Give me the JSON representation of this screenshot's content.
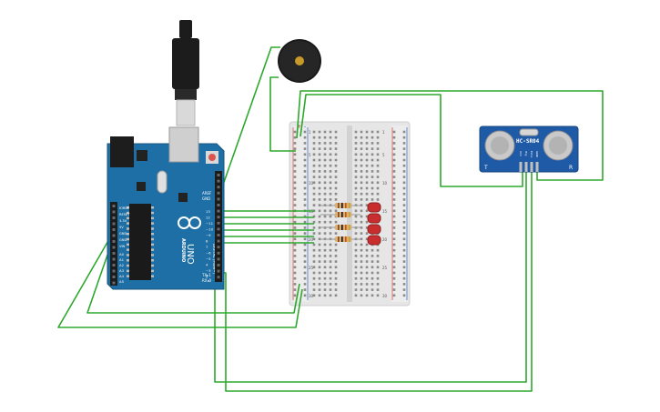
{
  "arduino": {
    "brand": "ARDUINO",
    "model": "UNO",
    "label_aref": "AREF",
    "label_gnd": "GND",
    "label_ioref": "IOREF",
    "label_reset": "RESET",
    "label_33v": "3.3V",
    "label_5v": "5V",
    "label_gnd1": "GND",
    "label_gnd2": "GND",
    "label_vin": "VIN",
    "label_digital": "DIGITAL (PWM~)",
    "label_tx": "TX▸1",
    "label_rx": "RX◂0",
    "analog_labels": [
      "A0",
      "A1",
      "A2",
      "A3",
      "A4",
      "A5"
    ],
    "digital_labels": [
      "13",
      "12",
      "~11",
      "~10",
      "~9",
      "8",
      "7",
      "~6",
      "~5",
      "4",
      "~3",
      "2"
    ]
  },
  "sensor": {
    "name": "HC-SR04",
    "left_mark": "T",
    "right_mark": "R",
    "pins": [
      "VCC",
      "Trig",
      "Echo",
      "GND"
    ]
  },
  "breadboard": {
    "row_numbers": [
      "1",
      "5",
      "10",
      "15",
      "20",
      "25",
      "30"
    ],
    "rail_plus": "+",
    "rail_minus": "-"
  },
  "colors": {
    "wire": "#2da82d",
    "board": "#1e6fa5",
    "sensor_board": "#1f5aa6",
    "led": "#c82e2e",
    "resistor": "#d8b07a",
    "buzzer": "#1a1a1a"
  },
  "icons": {
    "usb_cable": "usb-cable-icon",
    "buzzer": "piezo-buzzer-icon",
    "led": "led-icon",
    "resistor": "resistor-icon"
  }
}
